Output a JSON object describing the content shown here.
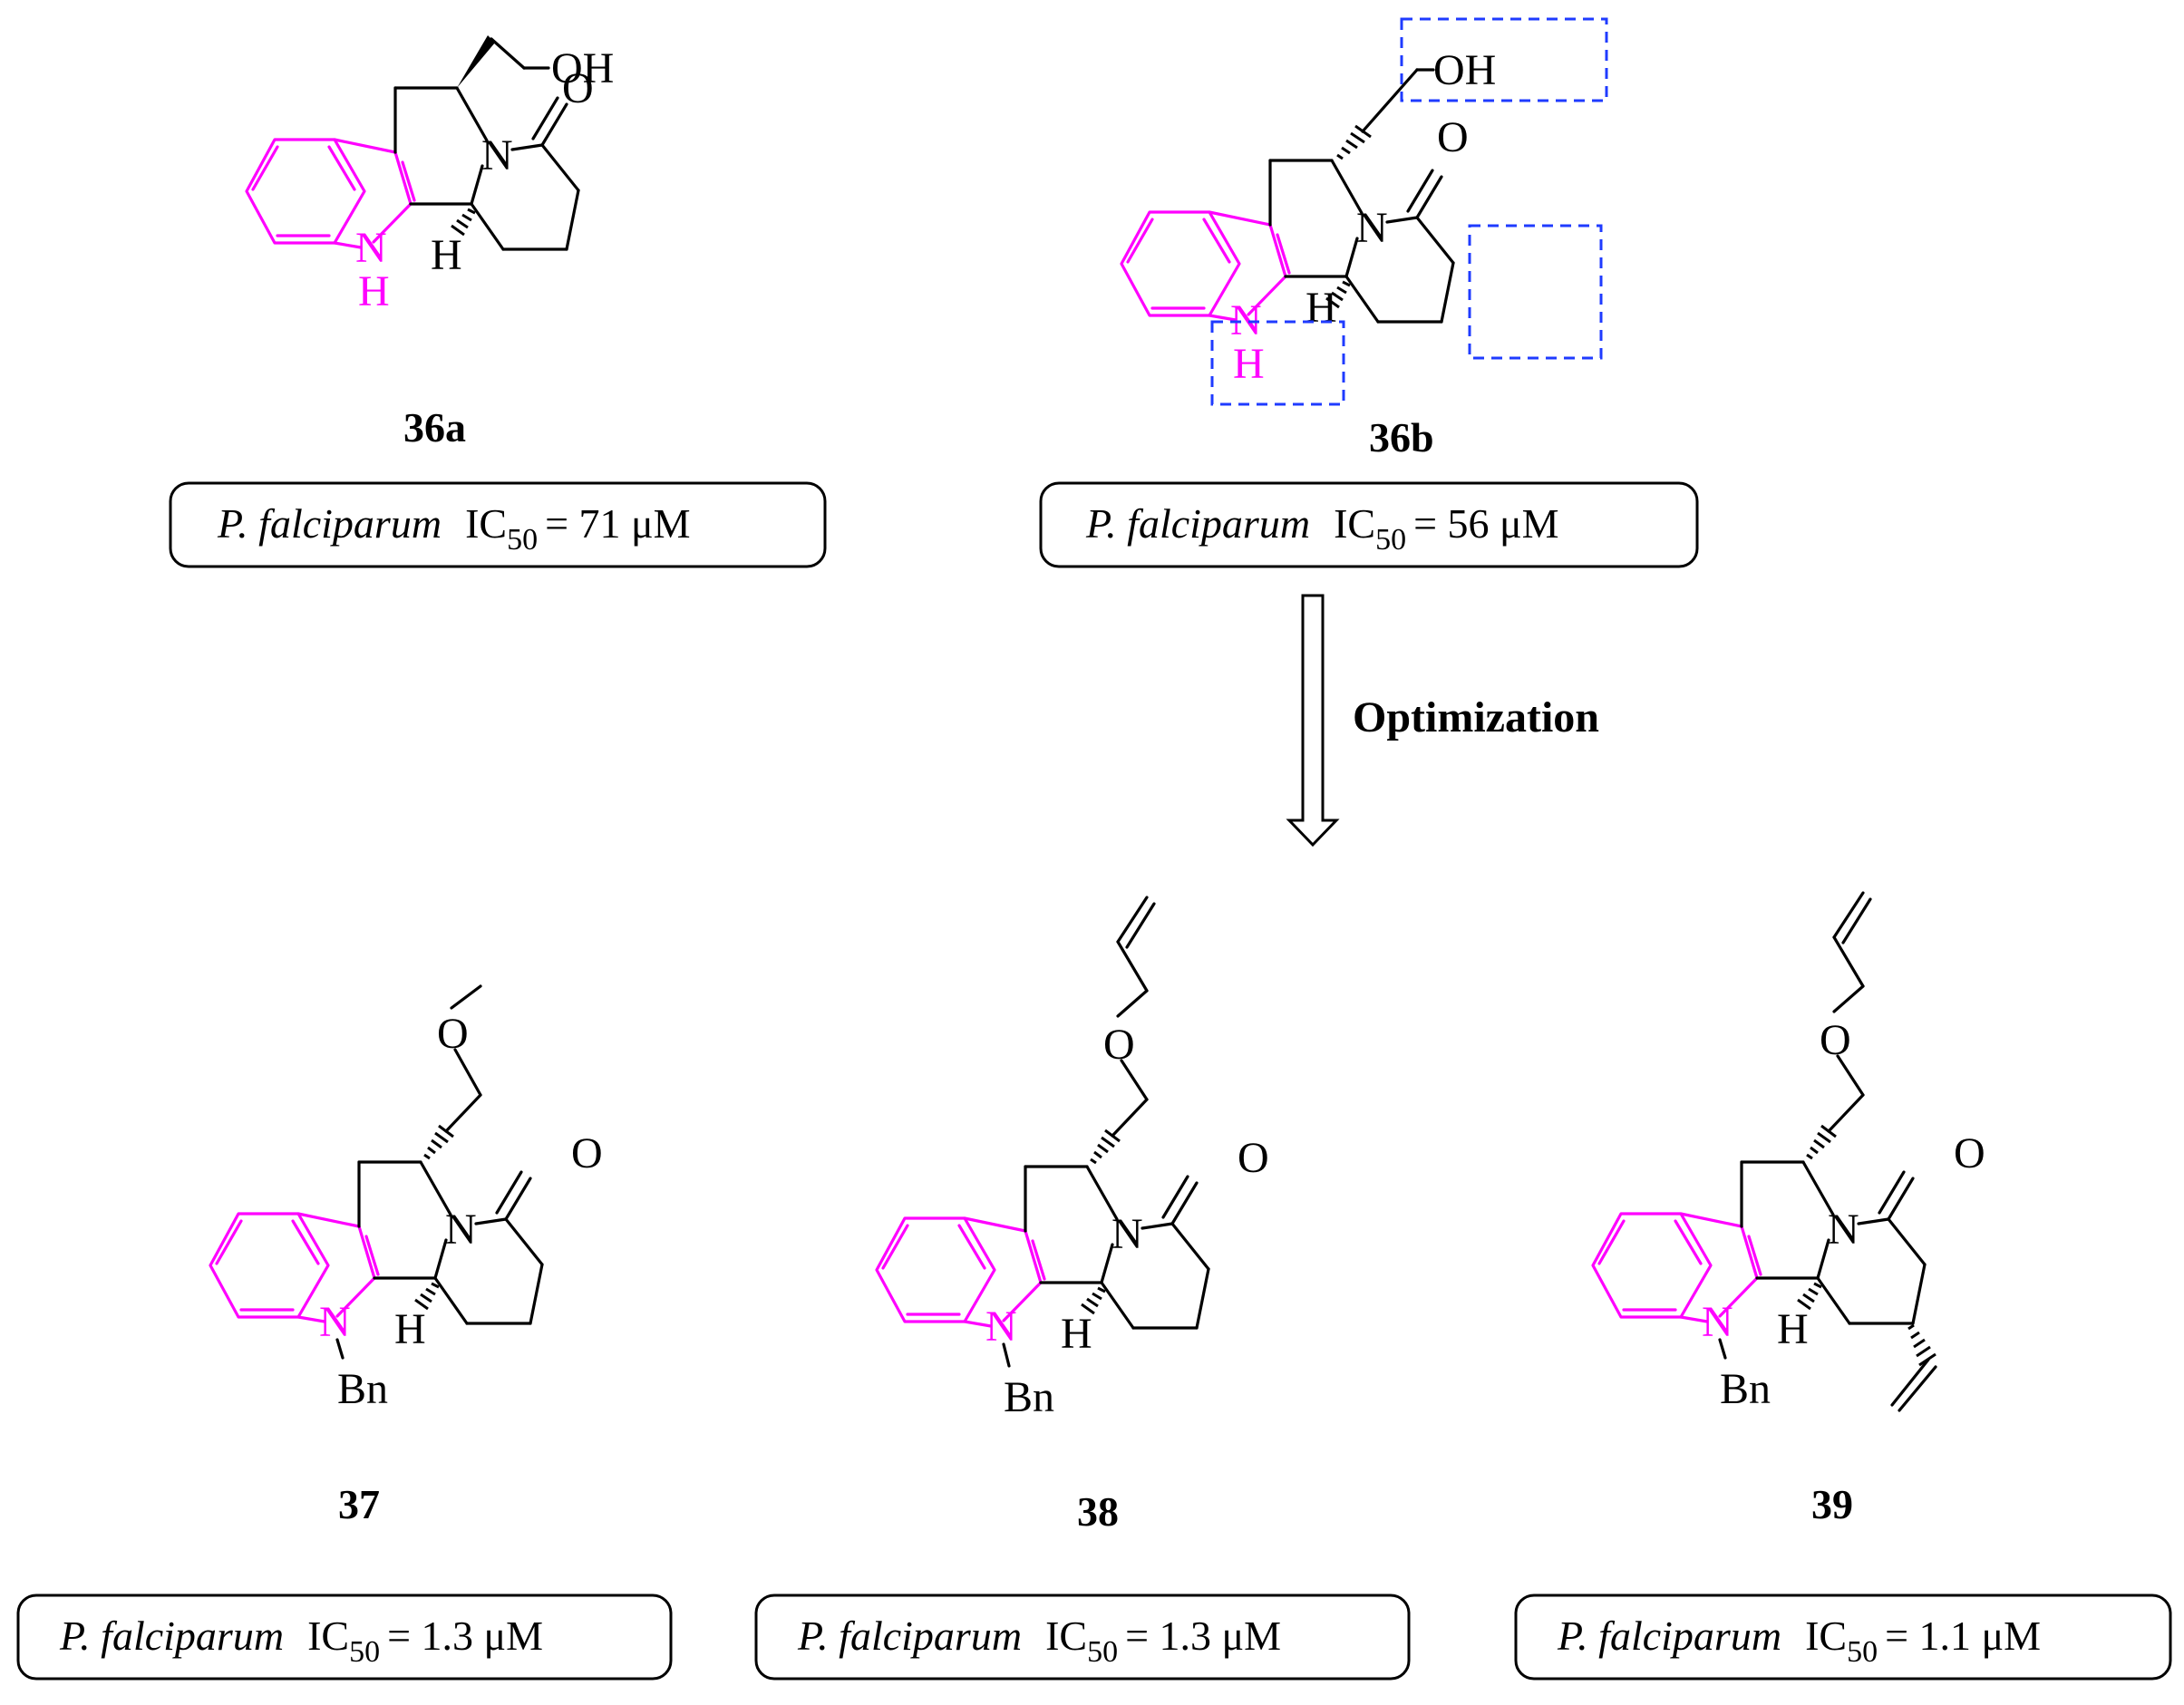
{
  "compounds": [
    {
      "id": "36a",
      "label": "36a",
      "organism": "P. falciparum",
      "assay": "IC",
      "subscript": "50",
      "value": "= 71 μM"
    },
    {
      "id": "36b",
      "label": "36b",
      "organism": "P. falciparum",
      "assay": "IC",
      "subscript": "50",
      "value": "= 56 μM"
    },
    {
      "id": "37",
      "label": "37",
      "organism": "P. falciparum",
      "assay": "IC",
      "subscript": "50",
      "value": "= 1.3 μM"
    },
    {
      "id": "38",
      "label": "38",
      "organism": "P. falciparum",
      "assay": "IC",
      "subscript": "50",
      "value": "= 1.3 μM"
    },
    {
      "id": "39",
      "label": "39",
      "organism": "P. falciparum",
      "assay": "IC",
      "subscript": "50",
      "value": "= 1.1 μM"
    }
  ],
  "arrow_label": "Optimization",
  "atoms": {
    "oh": "OH",
    "o": "O",
    "n": "N",
    "h": "H",
    "bn": "Bn"
  },
  "colors": {
    "indole_highlight": "#ff00ff",
    "modification_box": "#1f3bff",
    "bond": "#000000"
  }
}
